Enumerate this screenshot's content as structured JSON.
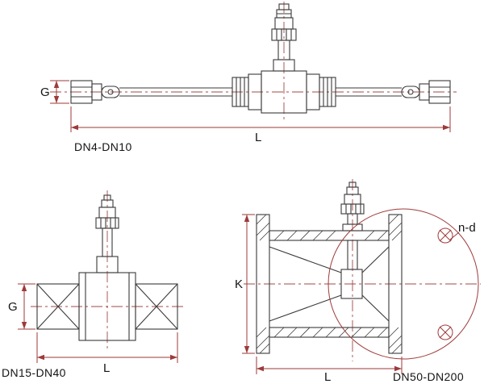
{
  "colors": {
    "drawing": "#3a3a3a",
    "dimension": "#9e3a3a",
    "centerline": "#a04848",
    "text": "#141414",
    "background": "#ffffff"
  },
  "views": {
    "top": {
      "caption": "DN4-DN10",
      "dim_g": "G",
      "dim_l": "L"
    },
    "bottom_left": {
      "caption": "DN15-DN40",
      "dim_g": "G",
      "dim_l": "L"
    },
    "bottom_right": {
      "caption": "DN50-DN200",
      "dim_k": "K",
      "dim_l": "L",
      "dim_nd": "n-d"
    }
  }
}
